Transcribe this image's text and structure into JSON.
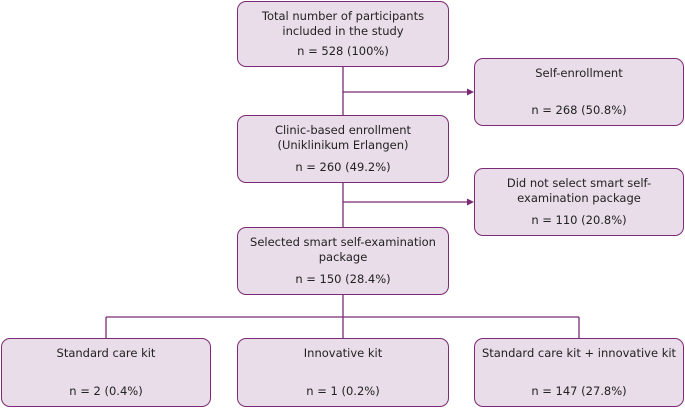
{
  "colors": {
    "box_fill": "#e8dde8",
    "border": "#7c2a74",
    "connector": "#7c2a74"
  },
  "boxes": {
    "total": {
      "title": "Total number of participants included in the study",
      "count": "n = 528 (100%)"
    },
    "self_enrollment": {
      "title": "Self-enrollment",
      "count": "n = 268 (50.8%)"
    },
    "clinic": {
      "title": "Clinic-based enrollment (Uniklinikum Erlangen)",
      "count": "n = 260 (49.2%)"
    },
    "not_selected": {
      "title": "Did not select smart self-examination package",
      "count": "n = 110 (20.8%)"
    },
    "selected": {
      "title": "Selected smart self-examination package",
      "count": "n = 150 (28.4%)"
    },
    "standard_kit": {
      "title": "Standard care kit",
      "count": "n = 2 (0.4%)"
    },
    "innovative_kit": {
      "title": "Innovative kit",
      "count": "n = 1 (0.2%)"
    },
    "combined_kit": {
      "title": "Standard care kit + innovative kit",
      "count": "n = 147 (27.8%)"
    }
  }
}
